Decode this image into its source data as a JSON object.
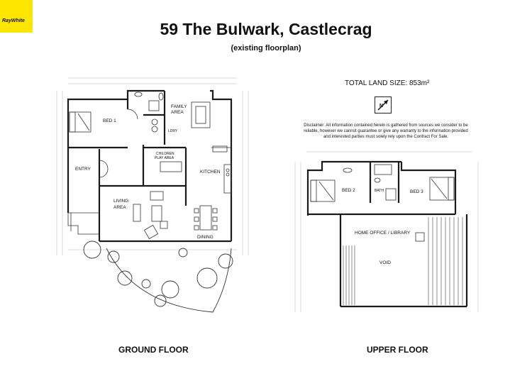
{
  "logo": {
    "text": "RayWhite"
  },
  "title": "59 The Bulwark, Castlecrag",
  "subtitle": "(existing floorplan)",
  "land_size": "TOTAL LAND SIZE:  853m²",
  "disclaimer": "Disclaimer: All information contained herein is gathered from sources we consider to be reliable, however we cannot guarantee or give any warranty to the information provided and interested parties must solely rely upon the Contract For Sale.",
  "ground_floor": {
    "label": "GROUND FLOOR",
    "rooms": {
      "bed1": "BED 1",
      "family_line1": "FAMILY",
      "family_line2": "AREA",
      "ldry": "LDRY",
      "children_line1": "CHILDREN",
      "children_line2": "PLAY AREA",
      "entry": "ENTRY",
      "kitchen": "KITCHEN",
      "living_line1": "LIVING",
      "living_line2": "AREA",
      "dining": "DINING"
    }
  },
  "upper_floor": {
    "label": "UPPER FLOOR",
    "rooms": {
      "bed2": "BED 2",
      "bath": "BATH",
      "bed3": "BED 3",
      "office": "HOME OFFICE / LIBRARY",
      "void": "VOID"
    }
  }
}
